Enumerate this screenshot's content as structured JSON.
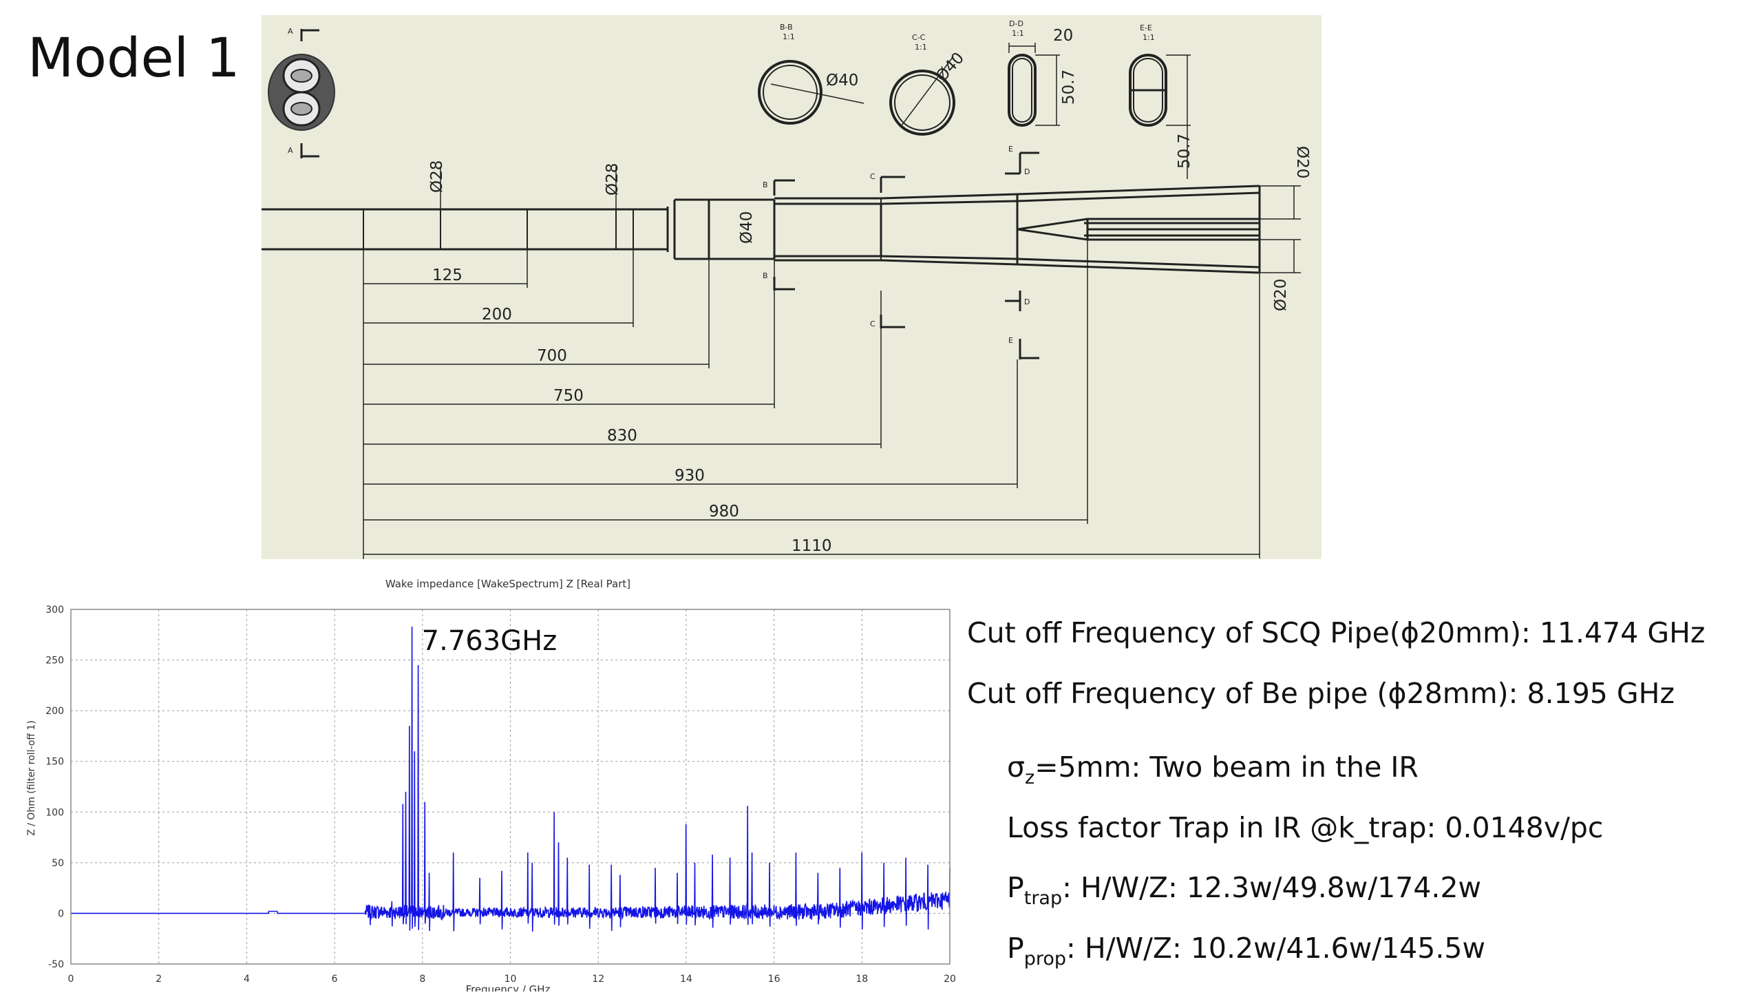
{
  "title": "Model 1",
  "drawing": {
    "sections": {
      "aa": "A",
      "bb": "B-B",
      "cc": "C-C",
      "dd": "D-D",
      "ee": "E-E",
      "scale": "1:1",
      "b": "B",
      "c": "C",
      "d": "D",
      "e": "E"
    },
    "labels": {
      "d40_bb": "Ø40",
      "d40_cc": "Ø40",
      "w20": "20",
      "h507_dd": "50.7",
      "h507_ee": "50.7",
      "d28_a": "Ø28",
      "d28_b": "Ø28",
      "d40_pipe": "Ø40",
      "d20_top": "Ø20",
      "d20_bot": "Ø20"
    },
    "lengths": [
      "125",
      "200",
      "700",
      "750",
      "830",
      "930",
      "980",
      "1110"
    ]
  },
  "chart_data": {
    "type": "line",
    "title": "Wake impedance [WakeSpectrum] Z [Real Part]",
    "xlabel": "Frequency / GHz",
    "ylabel": "Z / Ohm (filter roll-off 1)",
    "xlim": [
      0,
      20
    ],
    "ylim": [
      -50,
      300
    ],
    "xticks": [
      0,
      2,
      4,
      6,
      8,
      10,
      12,
      14,
      16,
      18,
      20
    ],
    "yticks": [
      -50,
      0,
      50,
      100,
      150,
      200,
      250,
      300
    ],
    "grid": true,
    "color": "#1414e6",
    "annotation": {
      "text": "7.763GHz",
      "x": 7.763,
      "y": 283
    },
    "peaks": [
      [
        6.8,
        8
      ],
      [
        7.3,
        12
      ],
      [
        7.55,
        108
      ],
      [
        7.62,
        120
      ],
      [
        7.7,
        185
      ],
      [
        7.763,
        283
      ],
      [
        7.82,
        160
      ],
      [
        7.9,
        245
      ],
      [
        8.05,
        110
      ],
      [
        8.15,
        40
      ],
      [
        8.7,
        60
      ],
      [
        9.3,
        35
      ],
      [
        9.8,
        42
      ],
      [
        10.4,
        60
      ],
      [
        10.5,
        50
      ],
      [
        11.0,
        100
      ],
      [
        11.1,
        70
      ],
      [
        11.3,
        55
      ],
      [
        11.8,
        48
      ],
      [
        12.3,
        48
      ],
      [
        12.5,
        38
      ],
      [
        13.3,
        45
      ],
      [
        13.8,
        40
      ],
      [
        14.0,
        88
      ],
      [
        14.2,
        50
      ],
      [
        14.6,
        58
      ],
      [
        15.0,
        55
      ],
      [
        15.4,
        106
      ],
      [
        15.5,
        60
      ],
      [
        15.9,
        50
      ],
      [
        16.5,
        60
      ],
      [
        17.0,
        40
      ],
      [
        17.5,
        45
      ],
      [
        18.0,
        60
      ],
      [
        18.5,
        50
      ],
      [
        19.0,
        55
      ],
      [
        19.5,
        48
      ],
      [
        20.0,
        45
      ]
    ]
  },
  "info": {
    "line1": "Cut off Frequency of SCQ Pipe(ϕ20mm): 11.474 GHz",
    "line2": "Cut off Frequency of Be pipe  (ϕ28mm):  8.195 GHz",
    "sigma_sym": "σ",
    "sigma_sub": "z",
    "sigma_rest": "=5mm: Two beam in the IR",
    "line4": "Loss factor Trap in IR @k_trap: 0.0148v/pc",
    "p_sym": "P",
    "ptrap_sub": "trap",
    "ptrap_rest": ": H/W/Z: 12.3w/49.8w/174.2w",
    "pprop_sub": "prop",
    "pprop_rest": ": H/W/Z: 10.2w/41.6w/145.5w"
  }
}
